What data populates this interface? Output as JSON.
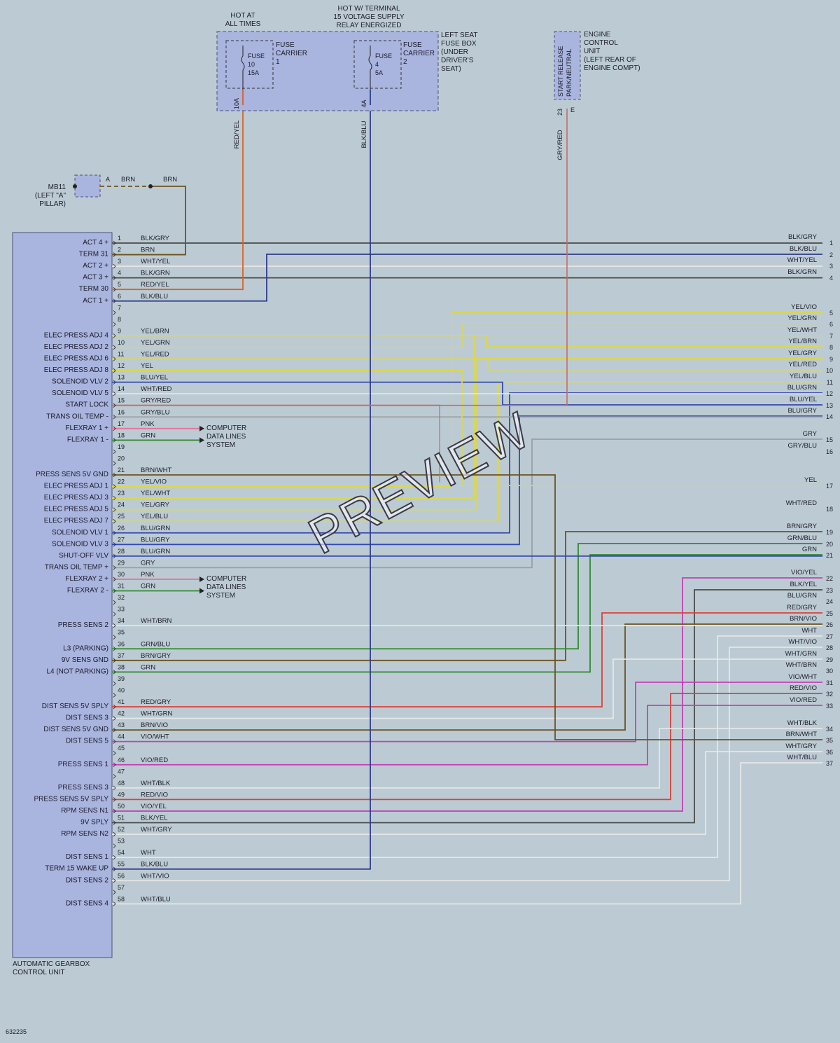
{
  "fuse_box": {
    "supply_always": "HOT AT\nALL TIMES",
    "supply_terminal15": "HOT W/ TERMINAL\n15 VOLTAGE SUPPLY\nRELAY ENERGIZED",
    "label": "LEFT SEAT\nFUSE BOX\n(UNDER\nDRIVER'S\nSEAT)",
    "carriers": [
      {
        "carrier": "FUSE\nCARRIER\n1",
        "fuse": "FUSE\n10\n15A",
        "pin": "10A",
        "wire": "RED/YEL"
      },
      {
        "carrier": "FUSE\nCARRIER\n2",
        "fuse": "FUSE\n4\n5A",
        "pin": "4A",
        "wire": "BLK/BLU"
      }
    ]
  },
  "ecu": {
    "label": "ENGINE\nCONTROL\nUNIT\n(LEFT REAR OF\nENGINE COMPT)",
    "pin_function": "START RELEASE\nPARK/NEUTRAL",
    "pin": "23",
    "connector": "E",
    "wire": "GRY/RED"
  },
  "ground": {
    "label": "MB11\n(LEFT \"A\"\nPILLAR)",
    "connector": "A",
    "wire1": "BRN",
    "wire2": "BRN"
  },
  "tcu": {
    "label": "AUTOMATIC GEARBOX\nCONTROL UNIT",
    "data_lines_label": "COMPUTER\nDATA LINES\nSYSTEM",
    "pins": [
      {
        "n": "1",
        "func": "ACT 4 +",
        "wire": "BLK/GRY"
      },
      {
        "n": "2",
        "func": "TERM 31",
        "wire": "BRN"
      },
      {
        "n": "3",
        "func": "ACT 2 +",
        "wire": "WHT/YEL"
      },
      {
        "n": "4",
        "func": "ACT 3 +",
        "wire": "BLK/GRN"
      },
      {
        "n": "5",
        "func": "TERM 30",
        "wire": "RED/YEL"
      },
      {
        "n": "6",
        "func": "ACT 1 +",
        "wire": "BLK/BLU"
      },
      {
        "n": "7",
        "func": "",
        "wire": ""
      },
      {
        "n": "8",
        "func": "",
        "wire": ""
      },
      {
        "n": "9",
        "func": "ELEC PRESS ADJ 4",
        "wire": "YEL/BRN"
      },
      {
        "n": "10",
        "func": "ELEC PRESS ADJ 2",
        "wire": "YEL/GRN"
      },
      {
        "n": "11",
        "func": "ELEC PRESS ADJ 6",
        "wire": "YEL/RED"
      },
      {
        "n": "12",
        "func": "ELEC PRESS ADJ 8",
        "wire": "YEL"
      },
      {
        "n": "13",
        "func": "SOLENOID VLV 2",
        "wire": "BLU/YEL"
      },
      {
        "n": "14",
        "func": "SOLENOID VLV 5",
        "wire": "WHT/RED"
      },
      {
        "n": "15",
        "func": "START LOCK",
        "wire": "GRY/RED"
      },
      {
        "n": "16",
        "func": "TRANS OIL TEMP -",
        "wire": "GRY/BLU"
      },
      {
        "n": "17",
        "func": "FLEXRAY 1 +",
        "wire": "PNK"
      },
      {
        "n": "18",
        "func": "FLEXRAY 1 -",
        "wire": "GRN"
      },
      {
        "n": "19",
        "func": "",
        "wire": ""
      },
      {
        "n": "20",
        "func": "",
        "wire": ""
      },
      {
        "n": "21",
        "func": "PRESS SENS 5V GND",
        "wire": "BRN/WHT"
      },
      {
        "n": "22",
        "func": "ELEC PRESS ADJ 1",
        "wire": "YEL/VIO"
      },
      {
        "n": "23",
        "func": "ELEC PRESS ADJ 3",
        "wire": "YEL/WHT"
      },
      {
        "n": "24",
        "func": "ELEC PRESS ADJ 5",
        "wire": "YEL/GRY"
      },
      {
        "n": "25",
        "func": "ELEC PRESS ADJ 7",
        "wire": "YEL/BLU"
      },
      {
        "n": "26",
        "func": "SOLENOID VLV 1",
        "wire": "BLU/GRN"
      },
      {
        "n": "27",
        "func": "SOLENOID VLV 3",
        "wire": "BLU/GRY"
      },
      {
        "n": "28",
        "func": "SHUT-OFF VLV",
        "wire": "BLU/GRN"
      },
      {
        "n": "29",
        "func": "TRANS OIL TEMP +",
        "wire": "GRY"
      },
      {
        "n": "30",
        "func": "FLEXRAY 2 +",
        "wire": "PNK"
      },
      {
        "n": "31",
        "func": "FLEXRAY 2 -",
        "wire": "GRN"
      },
      {
        "n": "32",
        "func": "",
        "wire": ""
      },
      {
        "n": "33",
        "func": "",
        "wire": ""
      },
      {
        "n": "34",
        "func": "PRESS SENS 2",
        "wire": "WHT/BRN"
      },
      {
        "n": "35",
        "func": "",
        "wire": ""
      },
      {
        "n": "36",
        "func": "L3 (PARKING)",
        "wire": "GRN/BLU"
      },
      {
        "n": "37",
        "func": "9V SENS GND",
        "wire": "BRN/GRY"
      },
      {
        "n": "38",
        "func": "L4 (NOT PARKING)",
        "wire": "GRN"
      },
      {
        "n": "39",
        "func": "",
        "wire": ""
      },
      {
        "n": "40",
        "func": "",
        "wire": ""
      },
      {
        "n": "41",
        "func": "DIST SENS 5V SPLY",
        "wire": "RED/GRY"
      },
      {
        "n": "42",
        "func": "DIST SENS 3",
        "wire": "WHT/GRN"
      },
      {
        "n": "43",
        "func": "DIST SENS 5V GND",
        "wire": "BRN/VIO"
      },
      {
        "n": "44",
        "func": "DIST SENS 5",
        "wire": "VIO/WHT"
      },
      {
        "n": "45",
        "func": "",
        "wire": ""
      },
      {
        "n": "46",
        "func": "PRESS SENS 1",
        "wire": "VIO/RED"
      },
      {
        "n": "47",
        "func": "",
        "wire": ""
      },
      {
        "n": "48",
        "func": "PRESS SENS 3",
        "wire": "WHT/BLK"
      },
      {
        "n": "49",
        "func": "PRESS SENS 5V SPLY",
        "wire": "RED/VIO"
      },
      {
        "n": "50",
        "func": "RPM SENS N1",
        "wire": "VIO/YEL"
      },
      {
        "n": "51",
        "func": "9V SPLY",
        "wire": "BLK/YEL"
      },
      {
        "n": "52",
        "func": "RPM SENS N2",
        "wire": "WHT/GRY"
      },
      {
        "n": "53",
        "func": "",
        "wire": ""
      },
      {
        "n": "54",
        "func": "DIST SENS 1",
        "wire": "WHT"
      },
      {
        "n": "55",
        "func": "TERM 15 WAKE UP",
        "wire": "BLK/BLU"
      },
      {
        "n": "56",
        "func": "DIST SENS 2",
        "wire": "WHT/VIO"
      },
      {
        "n": "57",
        "func": "",
        "wire": ""
      },
      {
        "n": "58",
        "func": "DIST SENS 4",
        "wire": "WHT/BLU"
      }
    ]
  },
  "right_connector": {
    "pins": [
      {
        "n": "1",
        "wire": "BLK/GRY"
      },
      {
        "n": "2",
        "wire": "BLK/BLU"
      },
      {
        "n": "3",
        "wire": "WHT/YEL"
      },
      {
        "n": "4",
        "wire": "BLK/GRN"
      },
      {
        "n": "5",
        "wire": "YEL/VIO"
      },
      {
        "n": "6",
        "wire": "YEL/GRN"
      },
      {
        "n": "7",
        "wire": "YEL/WHT"
      },
      {
        "n": "8",
        "wire": "YEL/BRN"
      },
      {
        "n": "9",
        "wire": "YEL/GRY"
      },
      {
        "n": "10",
        "wire": "YEL/RED"
      },
      {
        "n": "11",
        "wire": "YEL/BLU"
      },
      {
        "n": "12",
        "wire": "BLU/GRN"
      },
      {
        "n": "13",
        "wire": "BLU/YEL"
      },
      {
        "n": "14",
        "wire": "BLU/GRY"
      },
      {
        "n": "15",
        "wire": "GRY"
      },
      {
        "n": "16",
        "wire": "GRY/BLU"
      },
      {
        "n": "17",
        "wire": "YEL"
      },
      {
        "n": "18",
        "wire": "WHT/RED"
      },
      {
        "n": "19",
        "wire": "BRN/GRY"
      },
      {
        "n": "20",
        "wire": "GRN/BLU"
      },
      {
        "n": "21",
        "wire": "GRN"
      },
      {
        "n": "22",
        "wire": "VIO/YEL"
      },
      {
        "n": "23",
        "wire": "BLK/YEL"
      },
      {
        "n": "24",
        "wire": "BLU/GRN"
      },
      {
        "n": "25",
        "wire": "RED/GRY"
      },
      {
        "n": "26",
        "wire": "BRN/VIO"
      },
      {
        "n": "27",
        "wire": "WHT"
      },
      {
        "n": "28",
        "wire": "WHT/VIO"
      },
      {
        "n": "29",
        "wire": "WHT/GRN"
      },
      {
        "n": "30",
        "wire": "WHT/BRN"
      },
      {
        "n": "31",
        "wire": "VIO/WHT"
      },
      {
        "n": "32",
        "wire": "RED/VIO"
      },
      {
        "n": "33",
        "wire": "VIO/RED"
      },
      {
        "n": "34",
        "wire": "WHT/BLK"
      },
      {
        "n": "35",
        "wire": "BRN/WHT"
      },
      {
        "n": "36",
        "wire": "WHT/GRY"
      },
      {
        "n": "37",
        "wire": "WHT/BLU"
      }
    ]
  },
  "watermark": "PREVIEW",
  "figure_id": "632235",
  "colors": {
    "background": "#bccbd3",
    "component_fill": "#a9b4df",
    "RED/YEL": "#d9622a",
    "BLK/BLU": "#2e3a8c",
    "BRN": "#5b4a1c",
    "GRY/RED": "#c06d6a"
  }
}
